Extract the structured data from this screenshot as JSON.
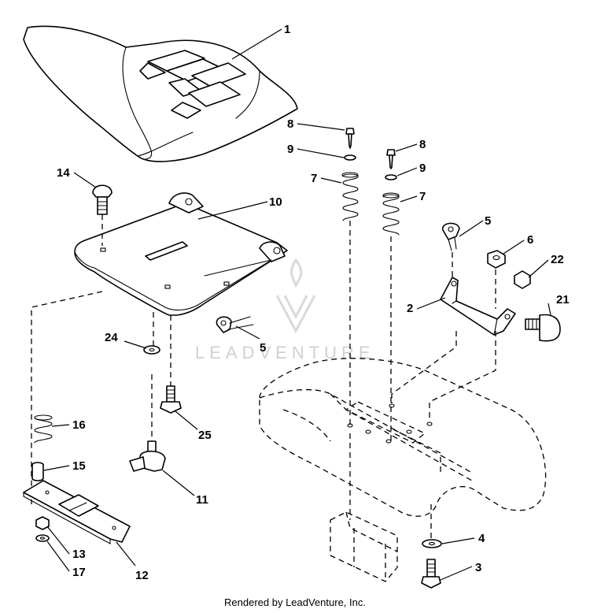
{
  "watermark": {
    "brand": "LEADVENTURE"
  },
  "footer": {
    "text": "Rendered by LeadVenture, Inc."
  },
  "callouts": {
    "seat": "1",
    "seat_bracket": "2",
    "bolt_bottom": "3",
    "washer_bottom": "4",
    "clip_right": "5",
    "clip_left": "5",
    "nut_bracket": "6",
    "spring_left": "7",
    "spring_right": "7",
    "screw_left": "8",
    "screw_right": "8",
    "washer_left": "9",
    "washer_right": "9",
    "seat_pan": "10",
    "knob": "11",
    "slide_plate": "12",
    "locknut": "13",
    "carriage_bolt": "14",
    "spacer": "15",
    "spring_small": "16",
    "washer_small": "17",
    "shoulder_bolt": "21",
    "hex_nut": "22",
    "washer_pan": "24",
    "bolt_pan": "25"
  }
}
